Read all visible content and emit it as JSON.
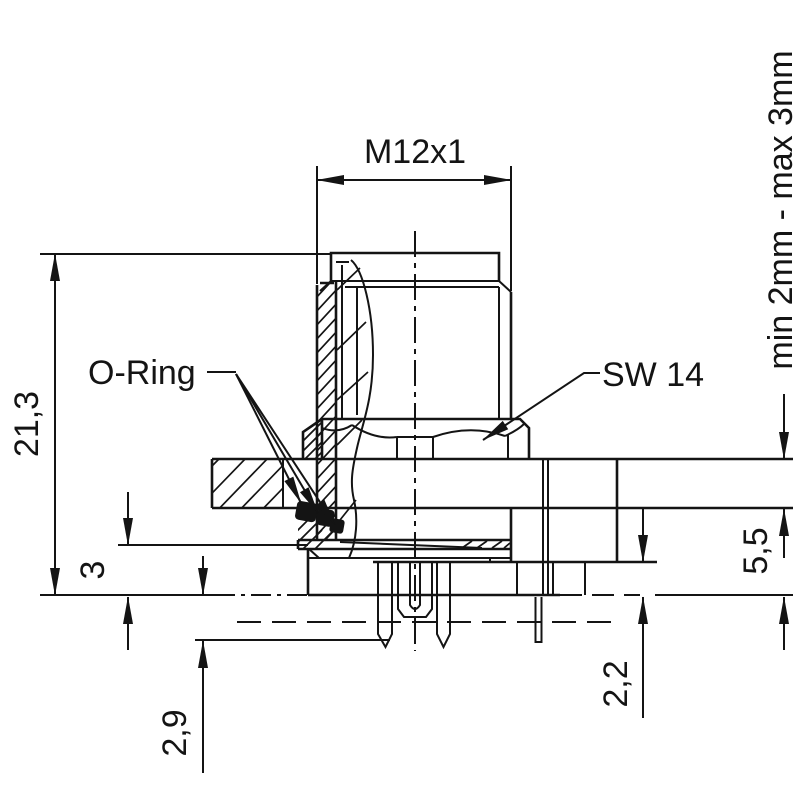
{
  "drawing": {
    "labels": {
      "thread_size": "M12x1",
      "o_ring": "O-Ring",
      "wrench_size": "SW 14",
      "panel_thickness_range": "min 2mm - max 3mm"
    },
    "dimensions": {
      "overall_length": "21,3",
      "rear_insert_height": "3",
      "pin_protrusion": "2,9",
      "rear_depth": "5,5",
      "tail_depth": "2,2"
    },
    "colors": {
      "line": "#141414",
      "background": "#ffffff"
    }
  }
}
